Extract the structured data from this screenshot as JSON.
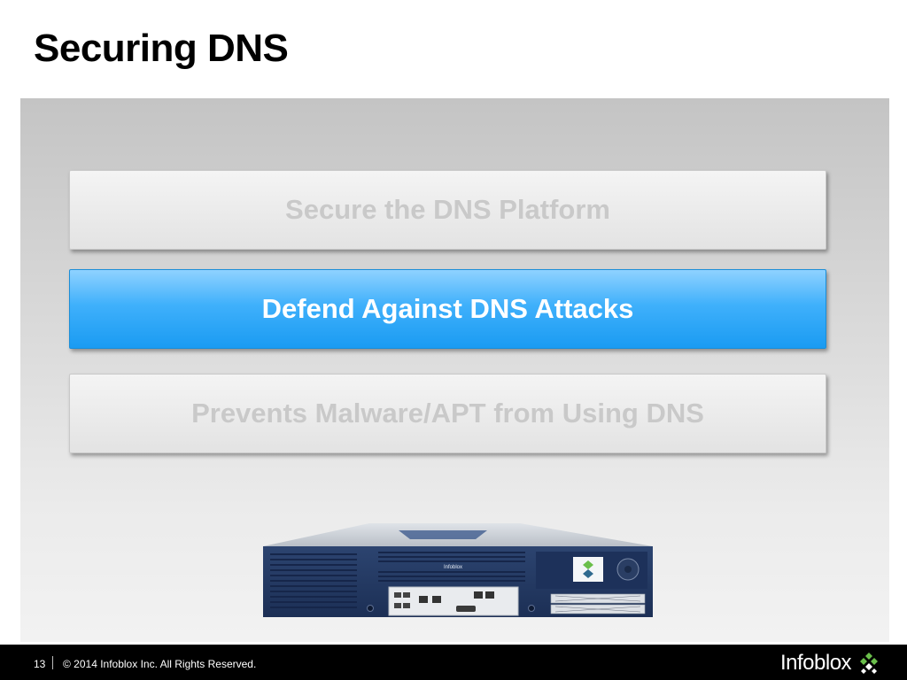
{
  "slide": {
    "title": "Securing DNS",
    "cards": [
      {
        "label": "Secure the DNS Platform",
        "state": "dimmed"
      },
      {
        "label": "Defend Against DNS Attacks",
        "state": "highlighted"
      },
      {
        "label": "Prevents Malware/APT from Using DNS",
        "state": "dimmed"
      }
    ],
    "appliance": {
      "icon": "network-appliance-image",
      "brand_label": "Infoblox"
    }
  },
  "footer": {
    "page_number": "13",
    "copyright": "© 2014 Infoblox Inc. All Rights Reserved.",
    "brand": "Infoblox",
    "brand_icon": "infoblox-logo-icon"
  },
  "colors": {
    "highlight": "#2aa6f7",
    "dimmed_text": "#c9c9c9",
    "footer_bg": "#000000",
    "logo_green": "#6abf4b"
  }
}
